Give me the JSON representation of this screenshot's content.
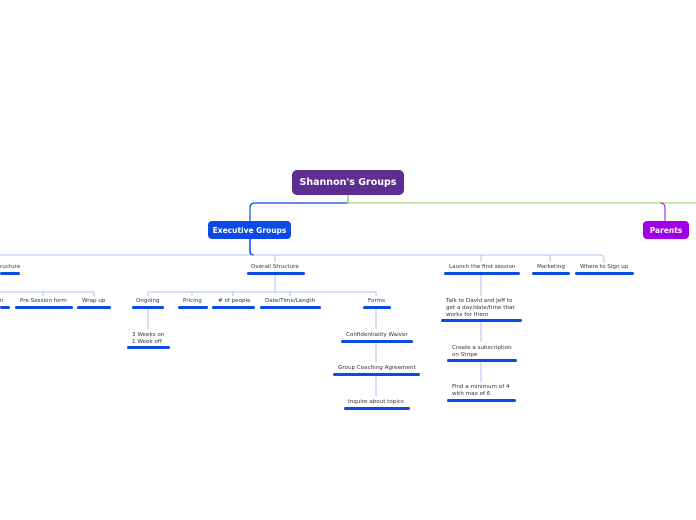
{
  "root": {
    "label": "Shannon's Groups"
  },
  "main": {
    "executive": "Executive Groups",
    "parents": "Parents"
  },
  "topics": {
    "structure_partial": "ructure",
    "overall_structure": "Overall Structure",
    "launch": "Launch the first session",
    "marketing": "Marketing",
    "where_sign_up": "Where to Sign up"
  },
  "subtopics": {
    "partial_n": "n",
    "pre_session_form": "Pre Session form",
    "wrap_up": "Wrap up",
    "ongoing": "Ongoing",
    "pricing": "Pricing",
    "num_people": "# of people",
    "date_time_length": "Date/Time/Length",
    "forms": "Forms",
    "talk_david_jeff": "Talk to David and Jeff to get a day/date/time that works for them",
    "create_subscription": "Create a subscription on Stripe",
    "find_minimum": "Find a minimum of 4 with max of 6",
    "three_weeks": "3 Weeks on 1 Week off",
    "confidentiality": "Confidentiality Waiver",
    "group_coaching": "Group Coaching Agreement",
    "inquire_topics": "Inquire about topics"
  },
  "colors": {
    "root": "#5e2d91",
    "executive": "#0b4ae3",
    "parents": "#a100e6",
    "line_blue": "#0b4ae3",
    "line_green": "#8fd14f",
    "line_light": "#8eb3f5"
  }
}
